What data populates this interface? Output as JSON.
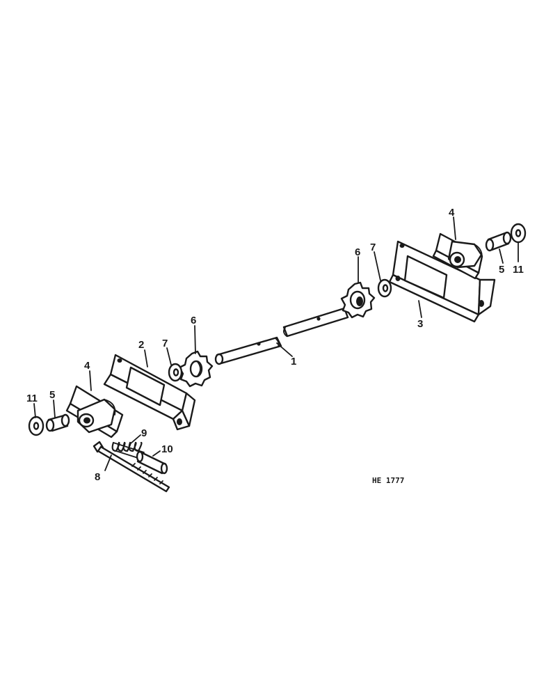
{
  "diagram": {
    "reference_code": "HE 1777",
    "callouts": [
      {
        "id": "c1",
        "label": "1"
      },
      {
        "id": "c2",
        "label": "2"
      },
      {
        "id": "c3",
        "label": "3"
      },
      {
        "id": "c4a",
        "label": "4"
      },
      {
        "id": "c4b",
        "label": "4"
      },
      {
        "id": "c5a",
        "label": "5"
      },
      {
        "id": "c5b",
        "label": "5"
      },
      {
        "id": "c6a",
        "label": "6"
      },
      {
        "id": "c6b",
        "label": "6"
      },
      {
        "id": "c7a",
        "label": "7"
      },
      {
        "id": "c7b",
        "label": "7"
      },
      {
        "id": "c8",
        "label": "8"
      },
      {
        "id": "c9",
        "label": "9"
      },
      {
        "id": "c10",
        "label": "10"
      },
      {
        "id": "c11a",
        "label": "11"
      },
      {
        "id": "c11b",
        "label": "11"
      }
    ]
  }
}
